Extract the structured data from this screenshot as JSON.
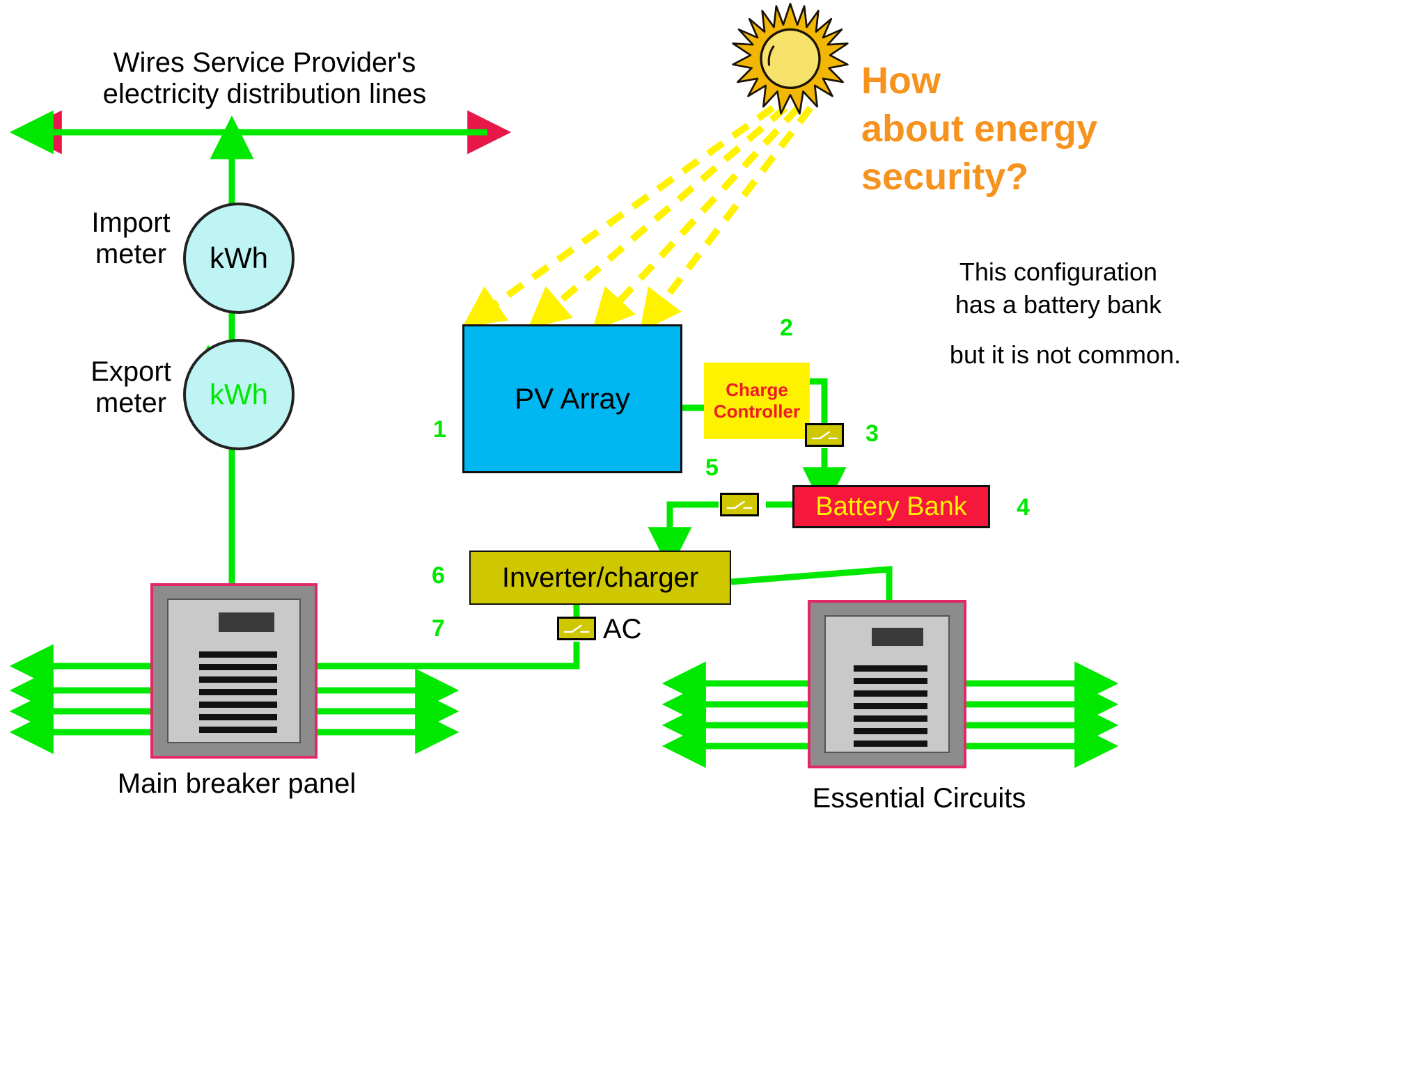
{
  "labels": {
    "wires_service": "Wires Service Provider's\nelectricity distribution lines",
    "import_meter": "Import\nmeter",
    "export_meter": "Export\nmeter",
    "meter_unit_import": "kWh",
    "meter_unit_export": "kWh",
    "main_breaker_panel": "Main breaker panel",
    "essential_circuits": "Essential Circuits",
    "ac": "AC"
  },
  "title": {
    "text": "How\nabout energy\nsecurity?",
    "color": "#F6921E"
  },
  "notes": {
    "note_line1": "This configuration\nhas a battery bank",
    "note_line2": "but it is not common."
  },
  "blocks": {
    "pv_array": {
      "label": "PV Array",
      "fill": "#00B7F1",
      "text_color": "#000000"
    },
    "charge_controller": {
      "label": "Charge\nController",
      "fill": "#FFF200",
      "text_color": "#ED1C24"
    },
    "battery_bank": {
      "label": "Battery Bank",
      "fill": "#F5173C",
      "text_color": "#FFF200"
    },
    "inverter_charger": {
      "label": "Inverter/charger",
      "fill": "#CFC700",
      "text_color": "#000000"
    }
  },
  "callouts": [
    {
      "id": "1",
      "label": "1"
    },
    {
      "id": "2",
      "label": "2"
    },
    {
      "id": "3",
      "label": "3"
    },
    {
      "id": "4",
      "label": "4"
    },
    {
      "id": "5",
      "label": "5"
    },
    {
      "id": "6",
      "label": "6"
    },
    {
      "id": "7",
      "label": "7"
    }
  ],
  "colors": {
    "wire_green": "#00E800",
    "sun_ray_yellow": "#FFF200",
    "arrow_red": "#E8174A",
    "panel_border_pink": "#E0286B",
    "panel_body_gray": "#8C8C8C",
    "meter_fill": "#BFF4F4",
    "switch_fill": "#CFC700"
  },
  "icons": {
    "sun": "sun-icon",
    "switch": "switch-icon",
    "meter": "kwh-meter-icon",
    "breaker_panel": "breaker-panel-icon"
  }
}
